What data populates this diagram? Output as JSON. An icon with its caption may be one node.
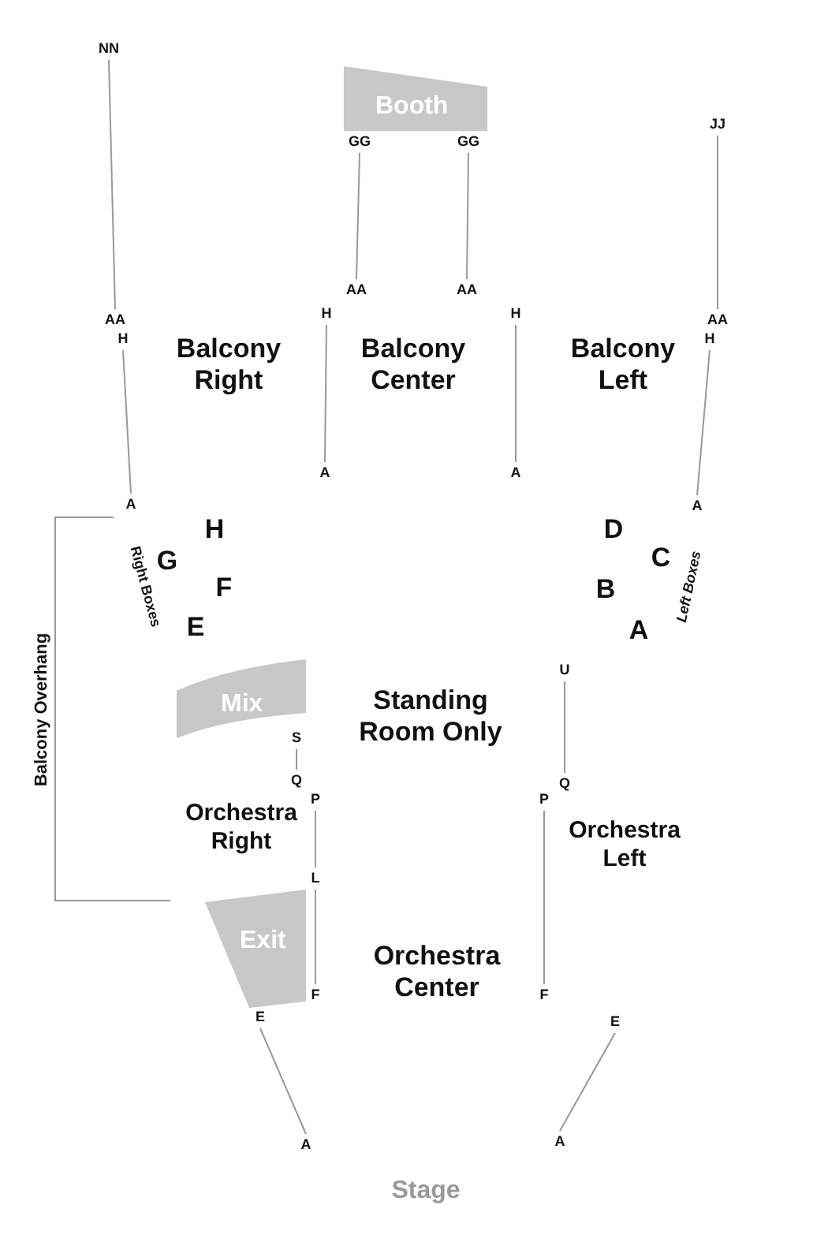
{
  "diagram": {
    "nodes": [
      {
        "text": [
          "Booth"
        ]
      },
      {
        "text": [
          "GG"
        ]
      },
      {
        "text": [
          "GG"
        ]
      },
      {
        "text": [
          "NN"
        ]
      },
      {
        "text": [
          "JJ"
        ]
      },
      {
        "text": [
          "AA"
        ]
      },
      {
        "text": [
          "AA"
        ]
      },
      {
        "text": [
          "AA"
        ]
      },
      {
        "text": [
          "AA"
        ]
      },
      {
        "text": [
          "H"
        ]
      },
      {
        "text": [
          "H"
        ]
      },
      {
        "text": [
          "H"
        ]
      },
      {
        "text": [
          "H"
        ]
      },
      {
        "text": [
          "A"
        ]
      },
      {
        "text": [
          "A"
        ]
      },
      {
        "text": [
          "A"
        ]
      },
      {
        "text": [
          "A"
        ]
      },
      {
        "text": [
          "Mix"
        ]
      },
      {
        "text": [
          "S"
        ]
      },
      {
        "text": [
          "U"
        ]
      },
      {
        "text": [
          "Q"
        ]
      },
      {
        "text": [
          "Q"
        ]
      },
      {
        "text": [
          "P"
        ]
      },
      {
        "text": [
          "P"
        ]
      },
      {
        "text": [
          "L"
        ]
      },
      {
        "text": [
          "Exit"
        ]
      },
      {
        "text": [
          "F"
        ]
      },
      {
        "text": [
          "F"
        ]
      },
      {
        "text": [
          "E"
        ]
      },
      {
        "text": [
          "E"
        ]
      },
      {
        "text": [
          "A"
        ]
      },
      {
        "text": [
          "A"
        ]
      }
    ],
    "edges": [
      {
        "from": 3,
        "to": 5,
        "arrow": "none"
      },
      {
        "from": 9,
        "to": 13,
        "arrow": "none"
      },
      {
        "from": 1,
        "to": 6,
        "arrow": "none"
      },
      {
        "from": 2,
        "to": 7,
        "arrow": "none"
      },
      {
        "from": 10,
        "to": 14,
        "arrow": "none"
      },
      {
        "from": 11,
        "to": 15,
        "arrow": "none"
      },
      {
        "from": 4,
        "to": 8,
        "arrow": "none"
      },
      {
        "from": 12,
        "to": 16,
        "arrow": "none"
      },
      {
        "from": 18,
        "to": 20,
        "arrow": "none"
      },
      {
        "from": 19,
        "to": 21,
        "arrow": "none"
      },
      {
        "from": 22,
        "to": 24,
        "arrow": "none"
      },
      {
        "from": 24,
        "to": 26,
        "arrow": "none"
      },
      {
        "from": 23,
        "to": 27,
        "arrow": "none"
      },
      {
        "from": 28,
        "to": 30,
        "arrow": "none"
      },
      {
        "from": 29,
        "to": 31,
        "arrow": "none"
      }
    ],
    "labels": [
      "Balcony Right",
      "Balcony Center",
      "Balcony Left",
      "H",
      "G",
      "F",
      "E",
      "Right Boxes",
      "D",
      "C",
      "B",
      "A",
      "Left Boxes",
      "Balcony Overhang",
      "Standing Room Only",
      "Orchestra Right",
      "Orchestra Left",
      "Orchestra Center",
      "Stage"
    ]
  }
}
